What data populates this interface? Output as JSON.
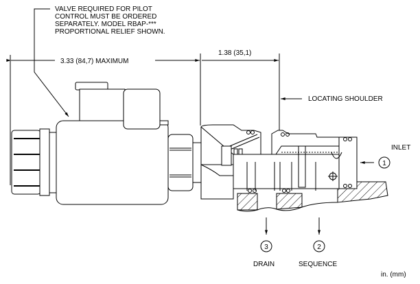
{
  "diagram": {
    "note": {
      "lines": [
        "VALVE REQUIRED FOR PILOT",
        "CONTROL MUST BE ORDERED",
        "SEPARATELY.  MODEL RBAP-***",
        "PROPORTIONAL RELIEF SHOWN."
      ]
    },
    "dimensions": {
      "overall": "3.33 (84,7) MAXIMUM",
      "cartridge": "1.38 (35,1)"
    },
    "callouts": {
      "locating_shoulder": "LOCATING SHOULDER"
    },
    "ports": [
      {
        "number": "1",
        "label": "INLET"
      },
      {
        "number": "2",
        "label": "SEQUENCE"
      },
      {
        "number": "3",
        "label": "DRAIN"
      }
    ],
    "units": "in. (mm)"
  }
}
